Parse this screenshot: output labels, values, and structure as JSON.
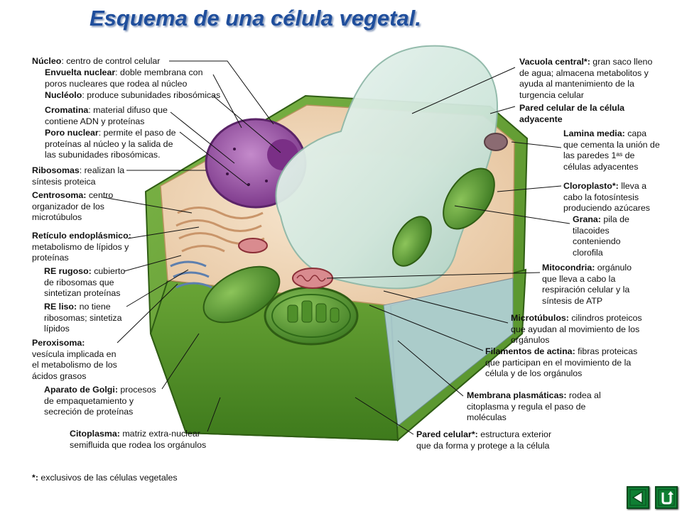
{
  "title": "Esquema de una célula vegetal.",
  "left_labels": [
    {
      "name": "Núcleo",
      "text": ": centro de control celular"
    },
    {
      "name": "Envuelta nuclear",
      "text": ": doble membrana con poros nucleares que rodea al núcleo"
    },
    {
      "name": "Nucléolo",
      "text": ": produce subunidades ribosómicas"
    },
    {
      "name": "Cromatina",
      "text": ": material difuso que contiene ADN y proteínas"
    },
    {
      "name": "Poro nuclear",
      "text": ": permite el paso de proteínas al núcleo y la salida de las subunidades ribosómicas."
    },
    {
      "name": "Ribosomas",
      "text": ": realizan la síntesis proteica"
    },
    {
      "name": "Centrosoma:",
      "text": " centro organizador de los microtúbulos"
    },
    {
      "name": "Retículo endoplásmico:",
      "text": " metabolismo de lípidos y proteínas"
    },
    {
      "name": "RE rugoso:",
      "text": " cubierto de ribosomas que sintetizan proteínas"
    },
    {
      "name": "RE liso:",
      "text": " no tiene ribosomas; sintetiza lípidos"
    },
    {
      "name": "Peroxisoma:",
      "text": " vesícula implicada en el metabolismo de los ácidos grasos"
    },
    {
      "name": "Aparato de Golgi:",
      "text": " procesos de empaquetamiento y secreción de proteínas"
    },
    {
      "name": "Citoplasma:",
      "text": " matriz extra-nuclear semifluida que rodea los orgánulos"
    }
  ],
  "right_labels": [
    {
      "name": "Vacuola central*:",
      "text": " gran saco lleno de agua; almacena metabolitos y ayuda al mantenimiento de la turgencia celular"
    },
    {
      "name": "Pared celular de la célula adyacente",
      "text": ""
    },
    {
      "name": "Lamina media:",
      "text": " capa que cementa la unión de las paredes 1ᵃˢ de células adyacentes"
    },
    {
      "name": "Cloroplasto*:",
      "text": " lleva a cabo la fotosíntesis produciendo azúcares"
    },
    {
      "name": "Grana:",
      "text": " pila de tilacoides conteniendo clorofila"
    },
    {
      "name": "Mitocondria:",
      "text": " orgánulo que lleva a cabo la respiración celular y la síntesis de ATP"
    },
    {
      "name": "Microtúbulos:",
      "text": " cilindros proteicos que ayudan al movimiento de los orgánulos"
    },
    {
      "name": "Filamentos de actina:",
      "text": " fibras proteicas que participan en el movimiento de la célula y de los orgánulos"
    },
    {
      "name": "Membrana plasmáticas:",
      "text": " rodea al citoplasma y regula el paso de moléculas"
    },
    {
      "name": "Pared celular*:",
      "text": " estructura exterior que da forma y protege a la célula"
    }
  ],
  "footnote": {
    "name": "*:",
    "text": " exclusivos de las células vegetales"
  },
  "colors": {
    "title": "#1f4e9c",
    "cell_wall": "#5e9a2c",
    "vacuole": "#d6ebe3",
    "nucleus": "#a05aa8",
    "nav_button": "#0f7f33"
  },
  "nav": {
    "back_icon": "back-triangle-icon",
    "return_icon": "return-arrow-icon"
  }
}
